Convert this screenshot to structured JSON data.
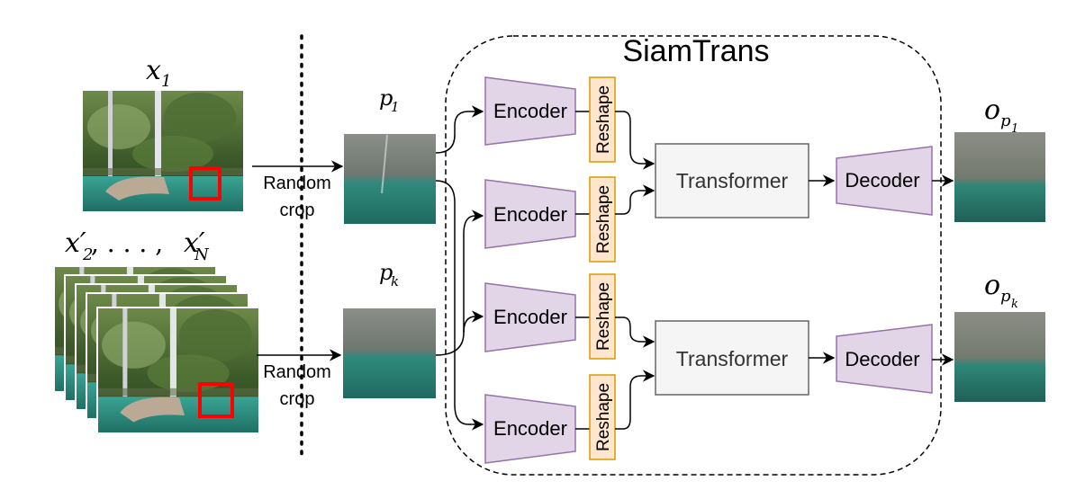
{
  "title": "SiamTrans",
  "inputs": {
    "x1": "x",
    "x1_sub": "1",
    "xprime_seq": "x′₂, . . . , x′N",
    "xprime_a": "x′",
    "xprime_a_sub": "2",
    "xprime_dots": ", . . . , ",
    "xprime_b": "x′",
    "xprime_b_sub": "N"
  },
  "crop_labels": {
    "top_line1": "Random",
    "top_line2": "crop",
    "bottom_line1": "Random",
    "bottom_line2": "crop"
  },
  "patches": {
    "p1": "p",
    "p1_sub": "1",
    "pk": "p",
    "pk_sub": "k"
  },
  "blocks": {
    "encoder": "Encoder",
    "reshape": "Reshape",
    "transformer": "Transformer",
    "decoder": "Decoder"
  },
  "outputs": {
    "o1": "o",
    "o1_sub": "p",
    "o1_subsub": "1",
    "ok": "o",
    "ok_sub": "p",
    "ok_subsub": "k"
  },
  "colors": {
    "block_purple": "#e1d5e7",
    "block_purple_stroke": "#9673a6",
    "reshape_fill": "#ffe6cc",
    "reshape_stroke": "#d79b00",
    "transformer_fill": "#f5f5f5",
    "transformer_stroke": "#666666",
    "crop_box": "#ff0000",
    "water": "#2f8f7f"
  }
}
